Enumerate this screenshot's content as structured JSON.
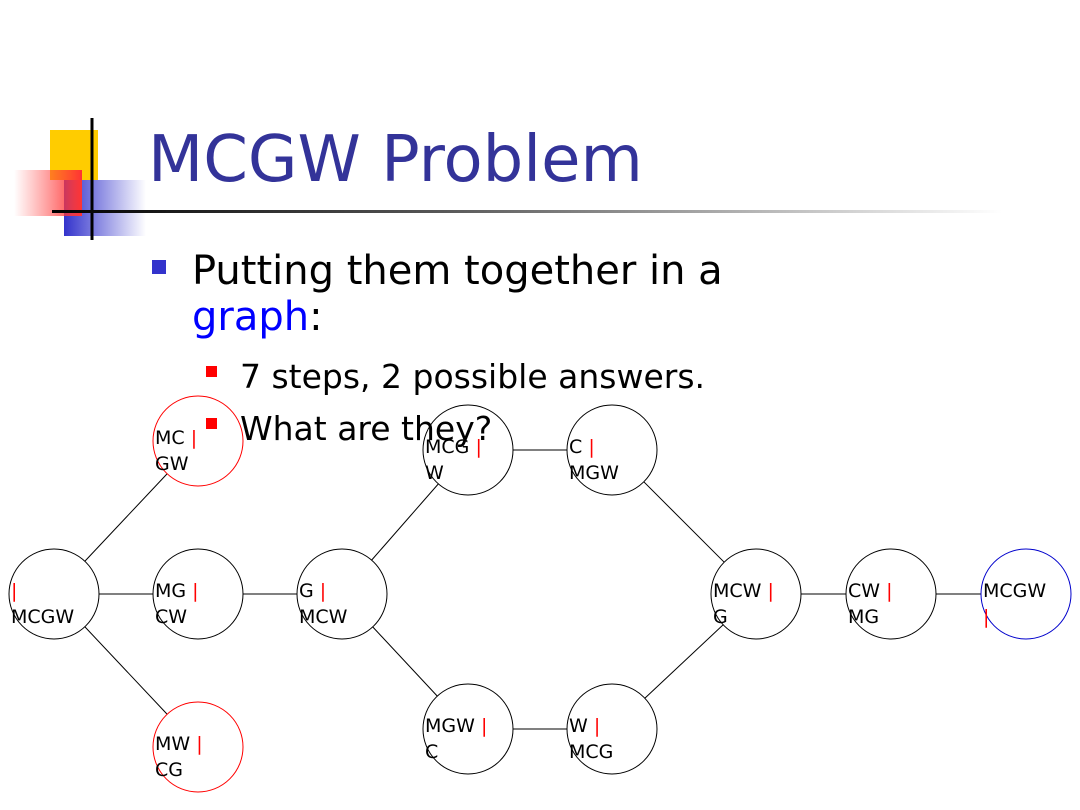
{
  "slide": {
    "title": "MCGW Problem",
    "bullet1_text": "Putting them together in a ",
    "bullet1_link": "graph",
    "bullet1_end": ":",
    "sub_bullets": [
      "7 steps, 2 possible answers.",
      "What are they?"
    ]
  },
  "graph": {
    "separator": "|",
    "nodes": [
      {
        "id": "start",
        "left": "",
        "right": "MCGW",
        "border": "#000000"
      },
      {
        "id": "mc-gw",
        "left": "MC",
        "right": "GW",
        "border": "#ff0000"
      },
      {
        "id": "mg-cw",
        "left": "MG",
        "right": "CW",
        "border": "#000000"
      },
      {
        "id": "mw-cg",
        "left": "MW",
        "right": "CG",
        "border": "#ff0000"
      },
      {
        "id": "g-mcw",
        "left": "G",
        "right": "MCW",
        "border": "#000000"
      },
      {
        "id": "mcg-w",
        "left": "MCG",
        "right": "W",
        "border": "#000000"
      },
      {
        "id": "mgw-c",
        "left": "MGW",
        "right": "C",
        "border": "#000000"
      },
      {
        "id": "c-mgw",
        "left": "C",
        "right": "MGW",
        "border": "#000000"
      },
      {
        "id": "w-mcg",
        "left": "W",
        "right": "MCG",
        "border": "#000000"
      },
      {
        "id": "mcw-g",
        "left": "MCW",
        "right": "G",
        "border": "#000000"
      },
      {
        "id": "cw-mg",
        "left": "CW",
        "right": "MG",
        "border": "#000000"
      },
      {
        "id": "goal",
        "left": "MCGW",
        "right": "",
        "border": "#0000cc"
      }
    ],
    "edges": [
      [
        "start",
        "mc-gw"
      ],
      [
        "start",
        "mg-cw"
      ],
      [
        "start",
        "mw-cg"
      ],
      [
        "mg-cw",
        "g-mcw"
      ],
      [
        "g-mcw",
        "mcg-w"
      ],
      [
        "g-mcw",
        "mgw-c"
      ],
      [
        "mcg-w",
        "c-mgw"
      ],
      [
        "mgw-c",
        "w-mcg"
      ],
      [
        "c-mgw",
        "mcw-g"
      ],
      [
        "w-mcg",
        "mcw-g"
      ],
      [
        "mcw-g",
        "cw-mg"
      ],
      [
        "cw-mg",
        "goal"
      ]
    ]
  }
}
